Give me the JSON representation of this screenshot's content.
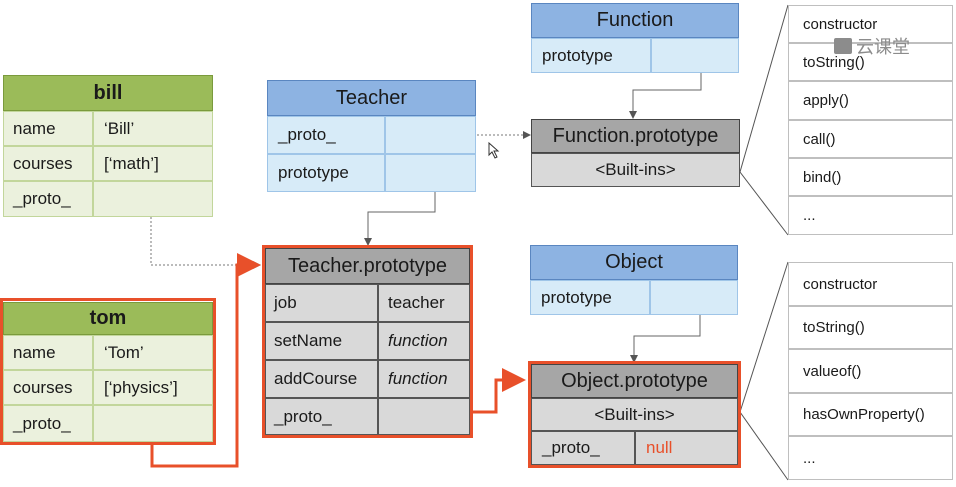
{
  "bill": {
    "title": "bill",
    "rows": [
      {
        "key": "name",
        "value": "‘Bill’"
      },
      {
        "key": "courses",
        "value": "[‘math’]"
      },
      {
        "key": "_proto_",
        "value": ""
      }
    ]
  },
  "tom": {
    "title": "tom",
    "rows": [
      {
        "key": "name",
        "value": "‘Tom’"
      },
      {
        "key": "courses",
        "value": "[‘physics’]"
      },
      {
        "key": "_proto_",
        "value": ""
      }
    ]
  },
  "teacher": {
    "title": "Teacher",
    "rows": [
      {
        "key": "_proto_",
        "value": ""
      },
      {
        "key": "prototype",
        "value": ""
      }
    ]
  },
  "teacher_prototype": {
    "title": "Teacher.prototype",
    "rows": [
      {
        "key": "job",
        "value": "teacher"
      },
      {
        "key": "setName",
        "value": "function"
      },
      {
        "key": "addCourse",
        "value": "function"
      },
      {
        "key": "_proto_",
        "value": ""
      }
    ]
  },
  "function": {
    "title": "Function",
    "rows": [
      {
        "key": "prototype",
        "value": ""
      }
    ]
  },
  "function_prototype": {
    "title": "Function.prototype",
    "builtins": "<Built-ins>"
  },
  "object": {
    "title": "Object",
    "rows": [
      {
        "key": "prototype",
        "value": ""
      }
    ]
  },
  "object_prototype": {
    "title": "Object.prototype",
    "builtins": "<Built-ins>",
    "proto_key": "_proto_",
    "proto_value": "null"
  },
  "function_builtins_list": [
    "constructor",
    "toString()",
    "apply()",
    "call()",
    "bind()",
    "..."
  ],
  "object_builtins_list": [
    "constructor",
    "toString()",
    "valueof()",
    "hasOwnProperty()",
    "..."
  ],
  "watermark": "云课堂",
  "colors": {
    "highlight": "#e8502a",
    "null_text": "#e8502a",
    "green_head": "#9bbb59",
    "blue_head": "#8db3e2",
    "gray_head": "#a6a6a6"
  }
}
